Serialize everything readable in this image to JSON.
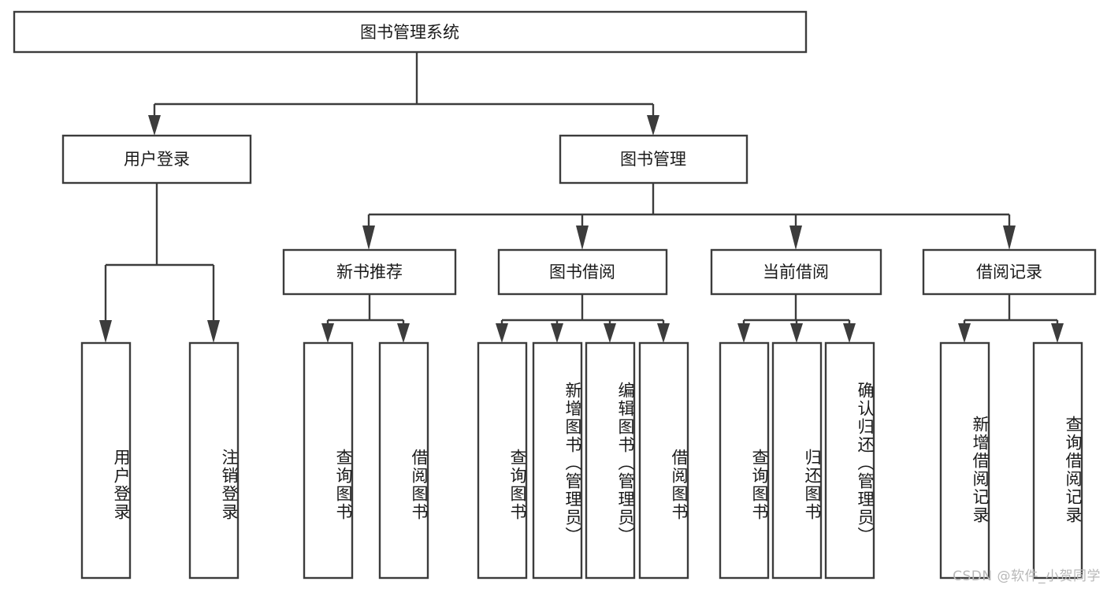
{
  "diagram": {
    "title": "图书管理系统",
    "type": "tree-hierarchy-chart",
    "watermark": "CSDN @软件_小贺同学",
    "colors": {
      "box_stroke": "#3c3c3c",
      "box_fill": "#ffffff",
      "text": "#1a1a1a",
      "background": "#ffffff",
      "watermark": "#b8b8b8"
    },
    "root": {
      "label": "图书管理系统"
    },
    "level2": [
      {
        "label": "用户登录"
      },
      {
        "label": "图书管理"
      }
    ],
    "level3": [
      {
        "label": "新书推荐"
      },
      {
        "label": "图书借阅"
      },
      {
        "label": "当前借阅"
      },
      {
        "label": "借阅记录"
      }
    ],
    "leaves": {
      "user_login": [
        {
          "label": "用户登录"
        },
        {
          "label": "注销登录"
        }
      ],
      "new_book_recommend": [
        {
          "label": "查询图书"
        },
        {
          "label": "借阅图书"
        }
      ],
      "book_borrow": [
        {
          "label": "查询图书"
        },
        {
          "label": "新增图书（管理员）"
        },
        {
          "label": "编辑图书（管理员）"
        },
        {
          "label": "借阅图书"
        }
      ],
      "current_borrow": [
        {
          "label": "查询图书"
        },
        {
          "label": "归还图书"
        },
        {
          "label": "确认归还（管理员）"
        }
      ],
      "borrow_record": [
        {
          "label": "新增借阅记录"
        },
        {
          "label": "查询借阅记录"
        }
      ]
    }
  }
}
